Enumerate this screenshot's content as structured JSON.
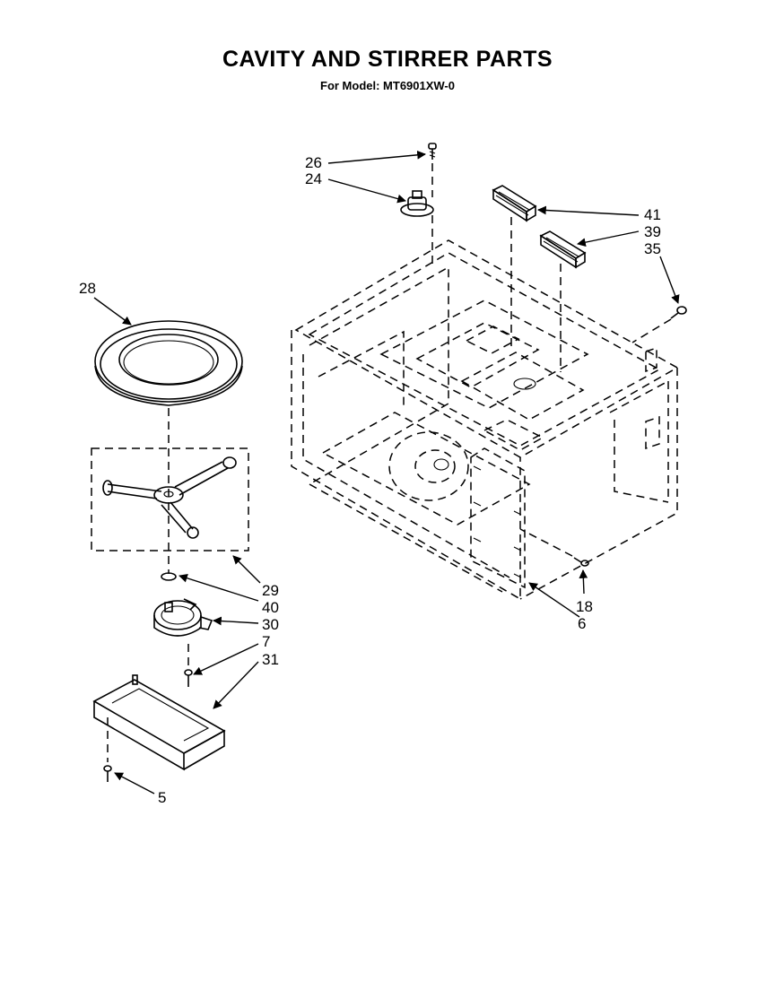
{
  "header": {
    "title": "CAVITY AND STIRRER PARTS",
    "subtitle": "For Model: MT6901XW-0"
  },
  "callouts": {
    "c26": "26",
    "c24": "24",
    "c41": "41",
    "c39": "39",
    "c35": "35",
    "c28": "28",
    "c29": "29",
    "c40": "40",
    "c30": "30",
    "c7": "7",
    "c31": "31",
    "c18": "18",
    "c6": "6",
    "c5": "5"
  }
}
